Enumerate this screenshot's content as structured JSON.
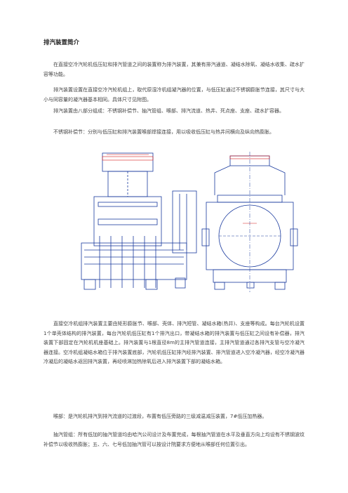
{
  "doc": {
    "title": "排汽装置简介",
    "paragraphs": [
      "在直接空冷汽轮机低压缸和排汽管道之间的装置称为排汽装置，其兼有排汽通道、凝结水除氧、凝结水收集、疏水扩容等功能。",
      "排汽装置设置在直接空冷汽轮机组上，取代原湿冷机组凝汽器的位置，与低压缸通过不锈钢膨胀节连接，其尺寸与大小与同容量的凝汽器基本相同。具体尺寸见附图。",
      "排汽装置由八部分组成：不锈钢补偿节、抽汽管组、喉部、排汽流道、热井、死点座、支座、疏水扩容器。",
      "不锈钢补偿节：分别与低压缸和排汽装置喉部焊接连接，用以吸收低压缸与热井间横向及纵向热膨胀。",
      "直接空冷机组排汽装置主要由矩形膨胀节、喉部、壳体、排汽短管、凝结水箱(热井)、支座等构成。每台汽轮机设置1个单壳体结构的排汽装置，每台汽轮机低压缸有1个排汽出口，带凝结水箱的排汽装置与低压缸之间设有补偿器，排汽装置下部固定在汽轮机机座基础上。排汽装置与1根直径8m的主排汽管道连接，主排汽管道通过各排汽支管与空冷凝汽器连接。空冷机组凝结水箱位于排汽装置底部，汽轮机低压缸排汽经排汽装置、排汽管道进入空冷凝汽器，经空冷凝汽器冷凝后的凝结水返回排汽装置，再经喷淋加热除氧后进入排汽装置下部的凝结水箱。",
      "喉部：是汽轮机排汽到排汽流道的过渡段，布置有低压旁路的三级减温减压装置，7#低压加热器。",
      "抽汽管组：所有低加的抽汽管道均由哈汽公司设计及布置完成，每根抽汽管道在水平及垂直方向上均设有不锈钢波纹补偿节以吸收热膨胀；五、六、七号低加抽汽管可以按设计院要求方便地从喉部任何位置引出。"
    ]
  },
  "figure": {
    "line_color": "#1a3a9e",
    "accent_color": "#d21a1a"
  }
}
